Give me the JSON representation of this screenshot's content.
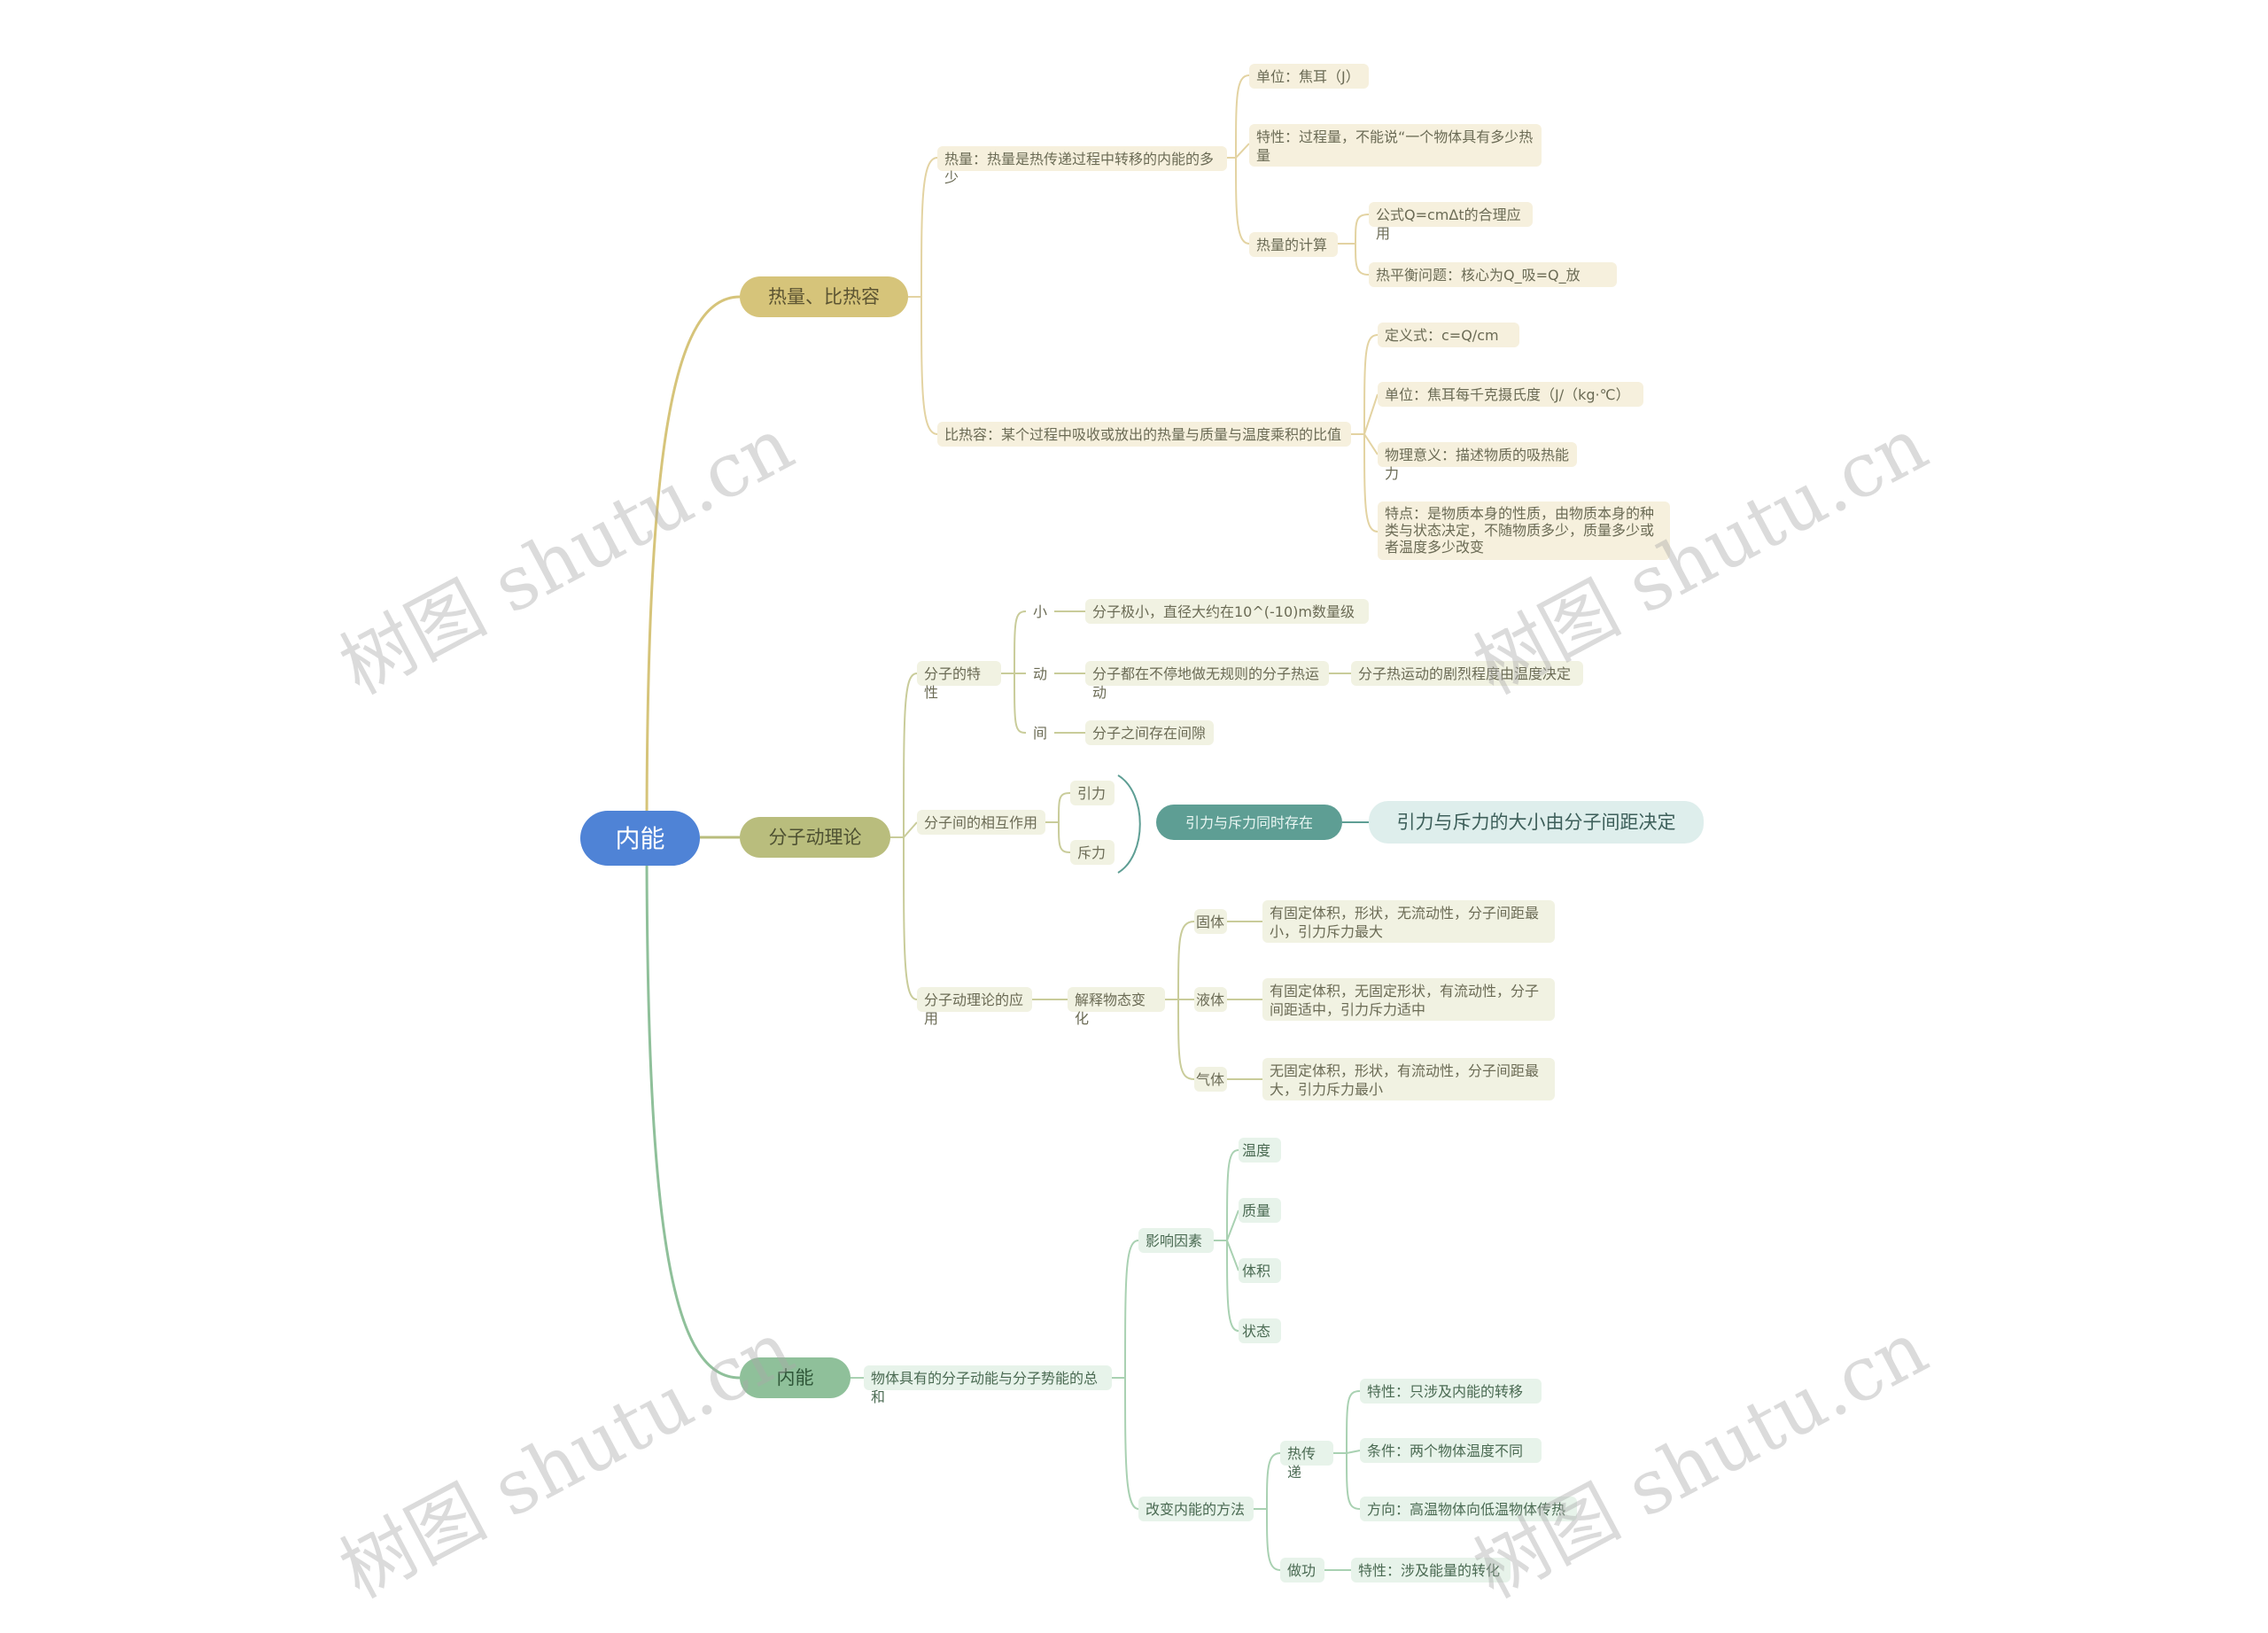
{
  "nodes": {
    "root": "内能",
    "b1": "热量、比热容",
    "b1_heat": "热量：热量是热传递过程中转移的内能的多少",
    "b1_heat_unit": "单位：焦耳（J）",
    "b1_heat_feature": "特性：过程量，不能说“一个物体具有多少热量",
    "b1_heat_calc": "热量的计算",
    "b1_heat_calc_formula": "公式Q=cmΔt的合理应用",
    "b1_heat_calc_balance": "热平衡问题：核心为Q_吸=Q_放",
    "b1_sc": "比热容：某个过程中吸收或放出的热量与质量与温度乘积的比值",
    "b1_sc_def": "定义式：c=Q/cm",
    "b1_sc_unit": "单位：焦耳每千克摄氏度（J/（kg·℃）",
    "b1_sc_meaning": "物理意义：描述物质的吸热能力",
    "b1_sc_feature": "特点：是物质本身的性质，由物质本身的种类与状态决定，不随物质多少，质量多少或者温度多少改变",
    "b2": "分子动理论",
    "b2_prop": "分子的特性",
    "b2_small": "小",
    "b2_small_desc": "分子极小，直径大约在10^(-10)m数量级",
    "b2_move": "动",
    "b2_move_desc": "分子都在不停地做无规则的分子热运动",
    "b2_move_desc2": "分子热运动的剧烈程度由温度决定",
    "b2_gap": "间",
    "b2_gap_desc": "分子之间存在间隙",
    "b2_force": "分子间的相互作用",
    "b2_attract": "引力",
    "b2_repel": "斥力",
    "b2_coexist": "引力与斥力同时存在",
    "b2_size": "引力与斥力的大小由分子间距决定",
    "b2_app": "分子动理论的应用",
    "b2_app_state": "解释物态变化",
    "b2_solid": "固体",
    "b2_solid_desc": "有固定体积，形状，无流动性，分子间距最小，引力斥力最大",
    "b2_liquid": "液体",
    "b2_liquid_desc": "有固定体积，无固定形状，有流动性，分子间距适中，引力斥力适中",
    "b2_gas": "气体",
    "b2_gas_desc": "无固定体积，形状，有流动性，分子间距最大，引力斥力最小",
    "b3": "内能",
    "b3_def": "物体具有的分子动能与分子势能的总和",
    "b3_factors": "影响因素",
    "b3_temp": "温度",
    "b3_mass": "质量",
    "b3_volume": "体积",
    "b3_state": "状态",
    "b3_change": "改变内能的方法",
    "b3_transfer": "热传递",
    "b3_transfer_feature": "特性：只涉及内能的转移",
    "b3_transfer_cond": "条件：两个物体温度不同",
    "b3_transfer_dir": "方向：高温物体向低温物体传热",
    "b3_work": "做功",
    "b3_work_feature": "特性：涉及能量的转化"
  },
  "watermark": "树图 shutu.cn",
  "colors": {
    "root": "#4f83d6",
    "b1": "#d6c47a",
    "b2": "#b9bd7d",
    "b3": "#8fc09a",
    "teal": "#5e9e94"
  }
}
